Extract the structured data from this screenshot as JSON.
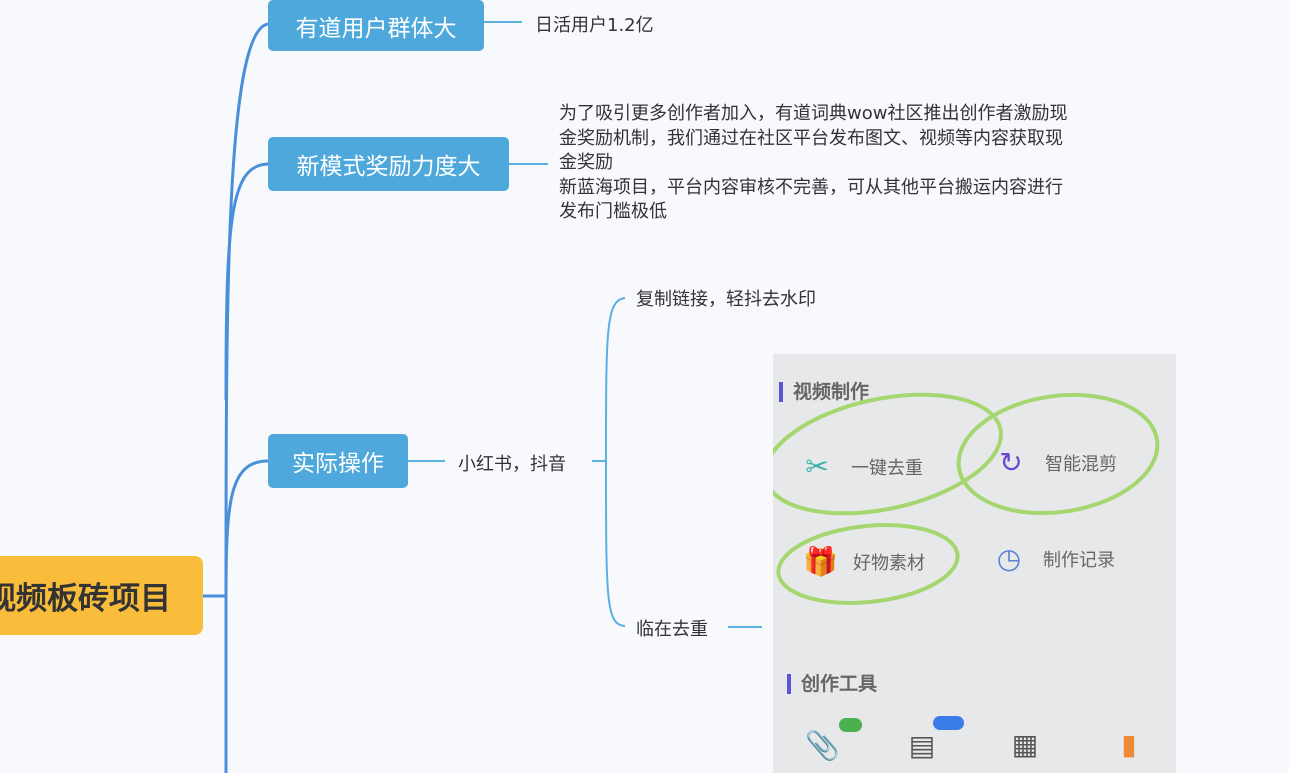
{
  "root": {
    "label": "视频板砖项目"
  },
  "branches": [
    {
      "label": "有道用户群体大",
      "children": [
        "日活用户1.2亿"
      ]
    },
    {
      "label": "新模式奖励力度大",
      "children": [
        "为了吸引更多创作者加入，有道词典wow社区推出创作者激励现金奖励机制，我们通过在社区平台发布图文、视频等内容获取现金奖励",
        "新蓝海项目，平台内容审核不完善，可从其他平台搬运内容进行发布门槛极低"
      ]
    },
    {
      "label": "实际操作",
      "sub": "小红书，抖音",
      "children": [
        "复制链接，轻抖去水印",
        "临在去重"
      ]
    }
  ],
  "screenshot": {
    "section1": "视频制作",
    "items": [
      "一键去重",
      "智能混剪",
      "好物素材",
      "制作记录"
    ],
    "section2": "创作工具"
  },
  "colors": {
    "root": "#f9bd3b",
    "topic": "#4fa8dc",
    "line": "#4a90d9",
    "sub_line": "#5bb0e0"
  }
}
